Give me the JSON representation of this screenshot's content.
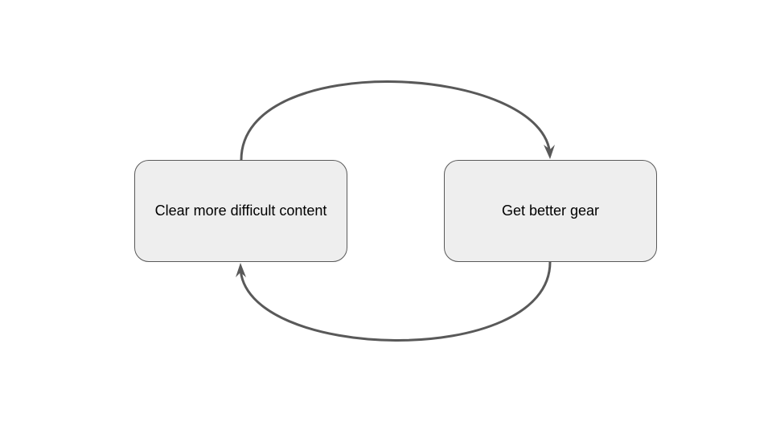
{
  "diagram": {
    "nodes": [
      {
        "id": "left",
        "label": "Clear more difficult content"
      },
      {
        "id": "right",
        "label": "Get better gear"
      }
    ],
    "edges": [
      {
        "from": "left",
        "to": "right"
      },
      {
        "from": "right",
        "to": "left"
      }
    ],
    "colors": {
      "node_fill": "#eeeeee",
      "node_border": "#595959",
      "arrow": "#595959",
      "background": "#ffffff"
    }
  }
}
